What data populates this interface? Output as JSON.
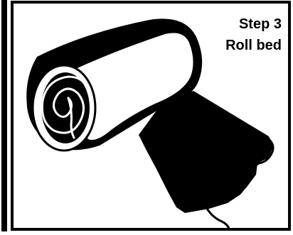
{
  "step": {
    "label": "Step 3",
    "title": "Roll bed"
  },
  "colors": {
    "ink": "#000000",
    "paper": "#ffffff"
  },
  "icons": [
    "rolled-bedroll-illustration"
  ]
}
